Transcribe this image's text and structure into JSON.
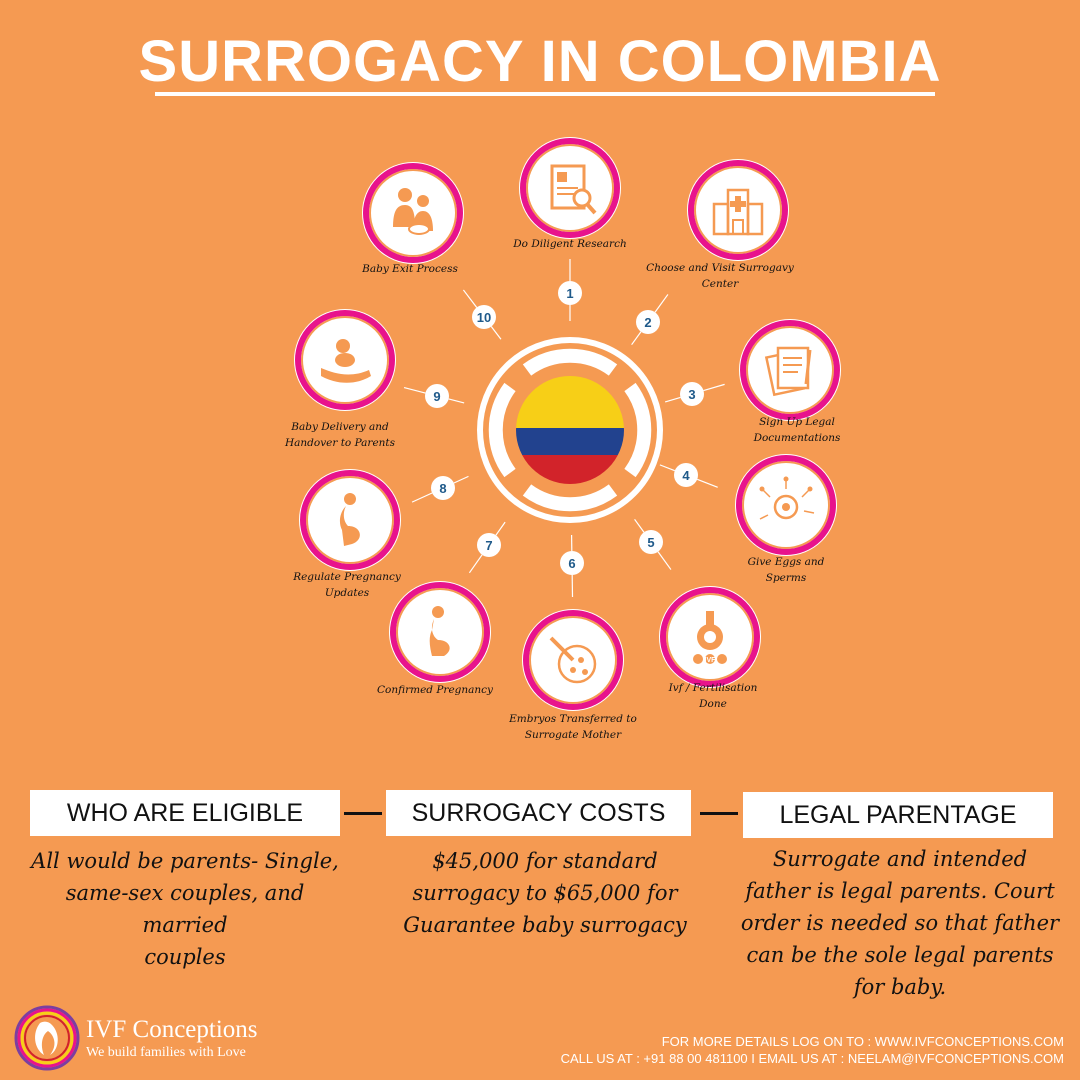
{
  "title": "SURROGACY IN COLOMBIA",
  "colors": {
    "background": "#F59A52",
    "ring": "#E8138C",
    "number": "#1F5A8A",
    "flag_yellow": "#F7CF17",
    "flag_blue": "#22428E",
    "flag_red": "#D2232A"
  },
  "steps": [
    {
      "number": "1",
      "label_lines": [
        "Do Diligent Research"
      ],
      "icon": "research-icon"
    },
    {
      "number": "2",
      "label_lines": [
        "Choose and Visit Surrogavy",
        "Center"
      ],
      "icon": "hospital-icon"
    },
    {
      "number": "3",
      "label_lines": [
        "Sign Up Legal",
        "Documentations"
      ],
      "icon": "documents-icon"
    },
    {
      "number": "4",
      "label_lines": [
        "Give Eggs and",
        "Sperms"
      ],
      "icon": "egg-sperm-icon"
    },
    {
      "number": "5",
      "label_lines": [
        "Ivf /  Fertilisation",
        "Done"
      ],
      "icon": "ivf-flask-icon"
    },
    {
      "number": "6",
      "label_lines": [
        "Embryos Transferred to",
        "Surrogate Mother"
      ],
      "icon": "embryo-transfer-icon"
    },
    {
      "number": "7",
      "label_lines": [
        "Confirmed Pregnancy"
      ],
      "icon": "pregnant-woman-icon"
    },
    {
      "number": "8",
      "label_lines": [
        "Regulate Pregnancy",
        "Updates"
      ],
      "icon": "pregnancy-silhouette-icon"
    },
    {
      "number": "9",
      "label_lines": [
        "Baby Delivery and",
        "Handover to Parents"
      ],
      "icon": "baby-in-hand-icon"
    },
    {
      "number": "10",
      "label_lines": [
        "Baby Exit Process"
      ],
      "icon": "family-icon"
    }
  ],
  "ivf_text": "IVF",
  "sections": [
    {
      "heading": "WHO ARE ELIGIBLE",
      "lines": [
        "All would be parents- Single,",
        "same-sex couples, and married",
        "couples"
      ]
    },
    {
      "heading": "SURROGACY COSTS",
      "lines": [
        "$45,000 for standard",
        "surrogacy to $65,000 for",
        "Guarantee baby surrogacy"
      ]
    },
    {
      "heading": "LEGAL PARENTAGE",
      "lines": [
        "Surrogate and intended",
        "father is legal parents.  Court",
        "order is needed so that father",
        "can be the sole legal parents",
        "for baby."
      ]
    }
  ],
  "footer": {
    "brand": "IVF Conceptions",
    "tagline": "We build families with Love",
    "details": "FOR MORE DETAILS LOG ON TO : WWW.IVFCONCEPTIONS.COM",
    "call": "CALL US AT :  +91 88 00 481100   I   EMAIL US AT : NEELAM@IVFCONCEPTIONS.COM"
  }
}
